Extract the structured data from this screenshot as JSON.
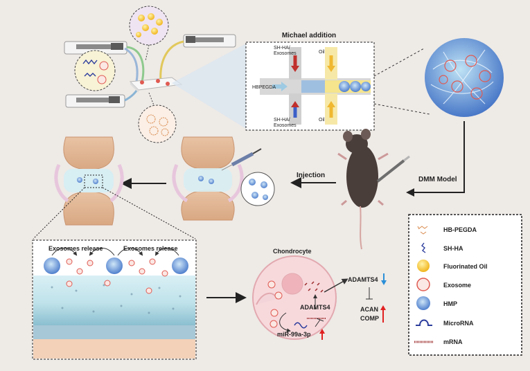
{
  "microfluidic": {
    "title": "Michael addition",
    "inlet_top": "SH-HA/\nExosomes",
    "inlet_bottom": "SH-HA/\nExosomes",
    "oil_top": "Oil",
    "oil_bottom": "Oil",
    "main_inlet": "HBPEGDA"
  },
  "flow_labels": {
    "dmm_model": "DMM Model",
    "injection": "Injection"
  },
  "release": {
    "label_left": "Exosomes release",
    "label_right": "Exosomes release"
  },
  "cell": {
    "title": "Chondrocyte",
    "adamts4_inner": "ADAMTS4",
    "mirna": "miR-99a-3p",
    "adamts4_outer": "ADAMTS4",
    "acan": "ACAN",
    "comp": "COMP"
  },
  "legend": {
    "items": [
      {
        "label": "HB-PEGDA",
        "icon": "hbpegda-icon"
      },
      {
        "label": "SH-HA",
        "icon": "sh-ha-icon"
      },
      {
        "label": "Fluorinated Oil",
        "icon": "oil-droplet-icon"
      },
      {
        "label": "Exosome",
        "icon": "exosome-icon"
      },
      {
        "label": "HMP",
        "icon": "hmp-icon"
      },
      {
        "label": "MicroRNA",
        "icon": "microrna-icon"
      },
      {
        "label": "mRNA",
        "icon": "mrna-icon"
      }
    ]
  },
  "colors": {
    "up_arrow": "#e02020",
    "down_arrow": "#2a8fd8",
    "hmp_blue": "#5b8fd6",
    "exosome_red": "#e05a52",
    "oil_yellow": "#f3c531"
  }
}
